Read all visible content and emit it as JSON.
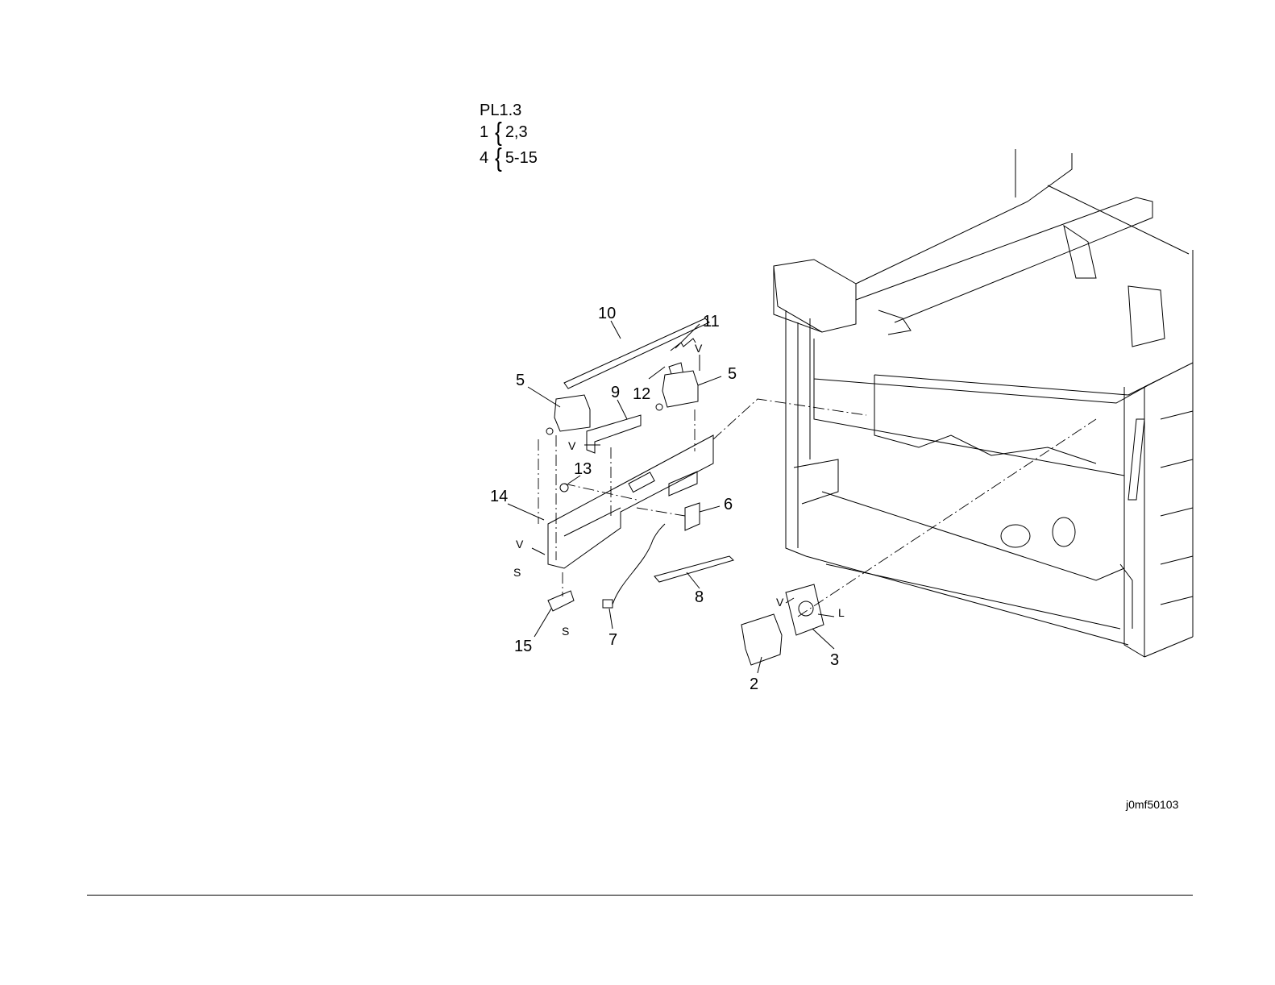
{
  "header": {
    "ref": "PL1.3",
    "groups": [
      {
        "item": "1",
        "range": "2,3"
      },
      {
        "item": "4",
        "range": "5-15"
      }
    ]
  },
  "callouts": [
    "10",
    "11",
    "5",
    "12",
    "9",
    "5",
    "13",
    "14",
    "6",
    "8",
    "15",
    "7",
    "2",
    "3"
  ],
  "letters": [
    "V",
    "V",
    "V",
    "V",
    "S",
    "S",
    "L"
  ],
  "figure_id": "j0mf50103"
}
